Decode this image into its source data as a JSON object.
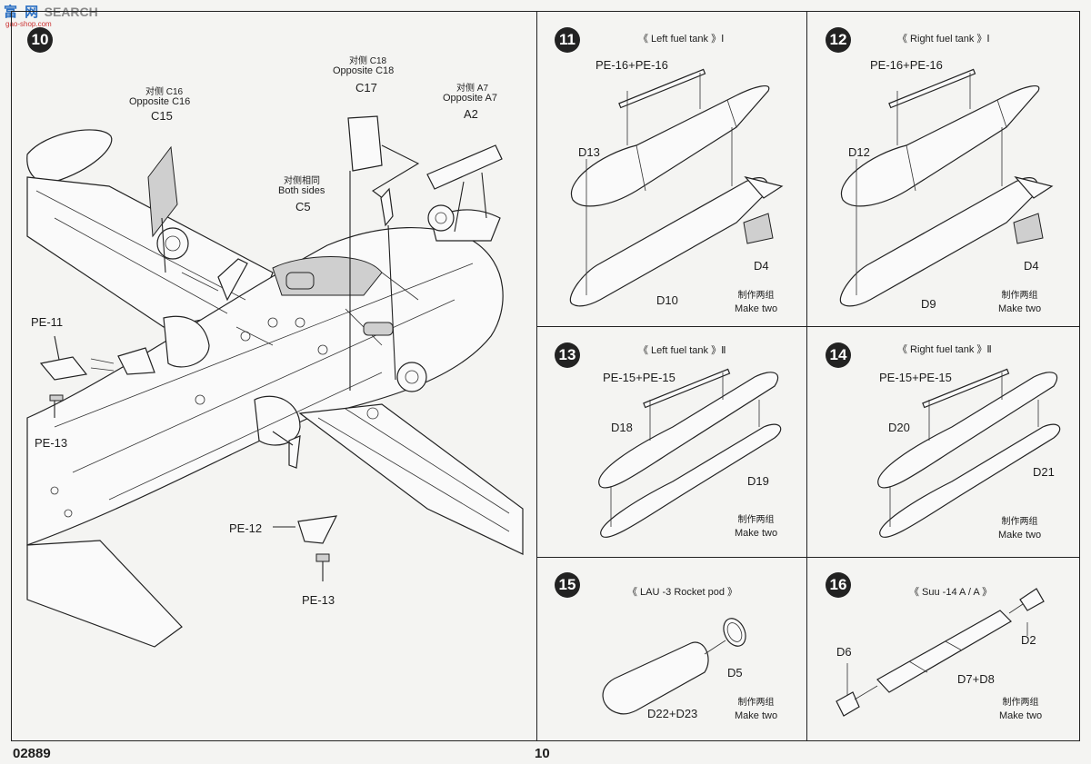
{
  "header": {
    "watermark_logo": "富 网",
    "watermark_search": "SEARCH",
    "watermark_url": "gao-shop.com"
  },
  "footer": {
    "kit_number": "02889",
    "page_number": "10"
  },
  "step10": {
    "number": "10",
    "c15": {
      "cn": "对侧 C16",
      "en": "Opposite C16",
      "part": "C15"
    },
    "c17": {
      "cn": "对侧 C18",
      "en": "Opposite C18",
      "part": "C17"
    },
    "a2": {
      "cn": "对侧 A7",
      "en": "Opposite A7",
      "part": "A2"
    },
    "c5": {
      "cn": "对侧相同",
      "en": "Both sides",
      "part": "C5"
    },
    "pe11": "PE-11",
    "pe13_left": "PE-13",
    "pe12": "PE-12",
    "pe13_bottom": "PE-13"
  },
  "step11": {
    "number": "11",
    "title": "《 Left fuel tank 》Ⅰ",
    "pe": "PE-16+PE-16",
    "part_a": "D13",
    "part_b": "D4",
    "part_c": "D10",
    "note_cn": "制作两组",
    "note_en": "Make two"
  },
  "step12": {
    "number": "12",
    "title": "《 Right fuel tank 》Ⅰ",
    "pe": "PE-16+PE-16",
    "part_a": "D12",
    "part_b": "D4",
    "part_c": "D9",
    "note_cn": "制作两组",
    "note_en": "Make two"
  },
  "step13": {
    "number": "13",
    "title": "《 Left fuel tank 》Ⅱ",
    "pe": "PE-15+PE-15",
    "part_a": "D18",
    "part_b": "D19",
    "note_cn": "制作两组",
    "note_en": "Make two"
  },
  "step14": {
    "number": "14",
    "title": "《 Right fuel tank 》Ⅱ",
    "pe": "PE-15+PE-15",
    "part_a": "D20",
    "part_b": "D21",
    "note_cn": "制作两组",
    "note_en": "Make two"
  },
  "step15": {
    "number": "15",
    "title": "《 LAU -3  Rocket  pod 》",
    "part_a": "D5",
    "part_b": "D22+D23",
    "note_cn": "制作两组",
    "note_en": "Make two"
  },
  "step16": {
    "number": "16",
    "title": "《 Suu -14 A / A 》",
    "part_a": "D6",
    "part_b": "D2",
    "part_c": "D7+D8",
    "note_cn": "制作两组",
    "note_en": "Make two"
  }
}
